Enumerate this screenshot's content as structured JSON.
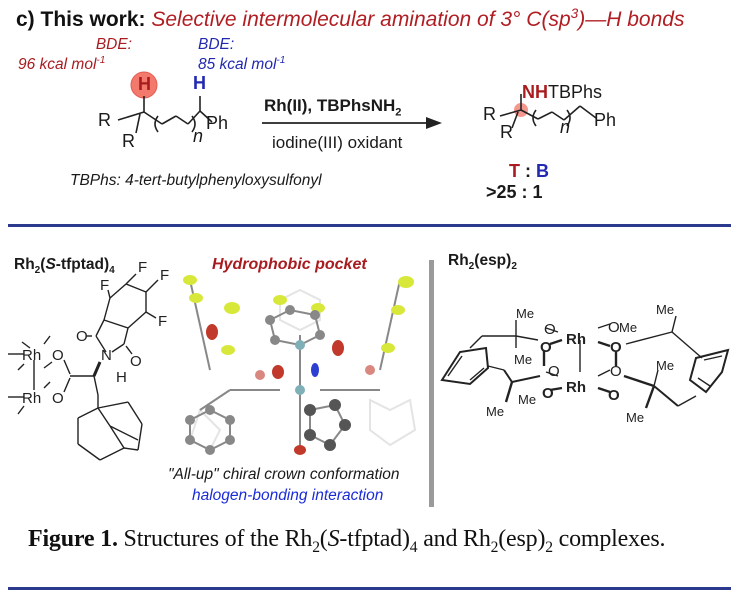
{
  "header": {
    "label": "c) This work:",
    "subtitle": "Selective intermolecular amination of 3° C(sp",
    "subtitle_sup": "3",
    "subtitle_end": ")—H bonds"
  },
  "reactant": {
    "bde_tertiary_label": "BDE:",
    "bde_tertiary_value": "96 kcal mol",
    "bde_tertiary_sup": "-1",
    "bde_benzylic_label": "BDE:",
    "bde_benzylic_value": "85 kcal mol",
    "bde_benzylic_sup": "-1",
    "h_tertiary": "H",
    "h_benzylic": "H",
    "r1": "R",
    "r2": "R",
    "n": "n",
    "ph": "Ph"
  },
  "conditions": {
    "above_main": "Rh(II), TBPhsNH",
    "above_sub": "2",
    "below": "iodine(III) oxidant"
  },
  "abbreviation_note": "TBPhs: 4-tert-butylphenyloxysulfonyl",
  "product": {
    "nh": "NH",
    "group": "TBPhs",
    "r1": "R",
    "r2": "R",
    "n": "n",
    "ph": "Ph",
    "selectivity_t": "T",
    "selectivity_sep": " : ",
    "selectivity_b": "B",
    "ratio": ">25 : 1"
  },
  "catalyst_left": {
    "name_pre": "Rh",
    "name_sub": "2",
    "name_mid": "(",
    "name_it": "S",
    "name_post": "-tfptad)",
    "name_sub2": "4",
    "atoms": {
      "rh": "Rh",
      "o": "O",
      "n": "N",
      "h": "H",
      "f": "F"
    }
  },
  "crystal": {
    "title": "Hydrophobic pocket",
    "caption1": "\"All-up\" chiral crown conformation",
    "caption2": "halogen-bonding interaction"
  },
  "catalyst_right": {
    "name_pre": "Rh",
    "name_sub": "2",
    "name_post": "(esp)",
    "name_sub2": "2",
    "atoms": {
      "rh": "Rh",
      "o": "O",
      "me": "Me"
    }
  },
  "figure_caption": {
    "label": "Figure 1.",
    "text1": " Structures of the Rh",
    "sub1": "2",
    "text2": "(",
    "it": "S",
    "text3": "-tfptad)",
    "sub2": "4",
    "text4": " and Rh",
    "sub3": "2",
    "text5": "(esp)",
    "sub4": "2",
    "text6": " complexes."
  },
  "colors": {
    "accent_red": "#a81c20",
    "accent_blue": "#2228b0",
    "divider": "#2b3a8c",
    "fluorine": "#d8e83a",
    "oxygen": "#c0392b",
    "nitrogen": "#2c3fd0",
    "rhodium": "#7fb0b8"
  }
}
